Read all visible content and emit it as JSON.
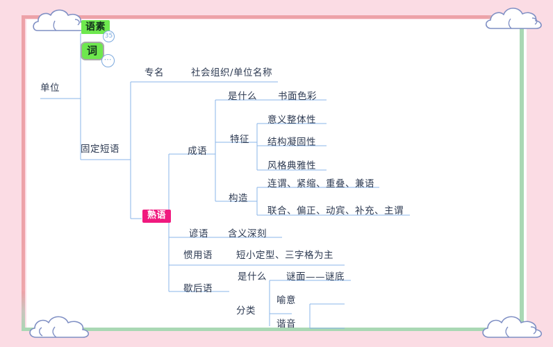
{
  "frame": {
    "background_color": "#fbdce4",
    "canvas_color": "#ffffff",
    "stripe_pink": "#eda2a8",
    "stripe_green": "#a9d8b4",
    "cloud_stroke": "#7f8fc4",
    "decorations": [
      {
        "name": "cloud-top-left"
      },
      {
        "name": "cloud-top-right"
      },
      {
        "name": "cloud-bottom-left"
      },
      {
        "name": "cloud-bottom-right"
      }
    ]
  },
  "mindmap": {
    "line_color": "#8ab4e8",
    "text_color": "#2d3a52",
    "badges": {
      "count": "35",
      "more": "⋯"
    },
    "nodes": {
      "root": "单位",
      "morpheme": "语素",
      "word": "词",
      "fixed_phrase": "固定短语",
      "proper_noun": "专名",
      "proper_noun_detail": "社会组织/单位名称",
      "idiom_group": "熟语",
      "chengyu": "成语",
      "chengyu_what": "是什么",
      "chengyu_what_detail": "书面色彩",
      "chengyu_feature": "特征",
      "chengyu_feature_1": "意义整体性",
      "chengyu_feature_2": "结构凝固性",
      "chengyu_feature_3": "风格典雅性",
      "chengyu_structure": "构造",
      "chengyu_structure_1": "连谓、紧缩、重叠、兼语",
      "chengyu_structure_2": "联合、偏正、动宾、补充、主谓",
      "yanyu": "谚语",
      "yanyu_detail": "含义深刻",
      "guanyongyu": "惯用语",
      "guanyongyu_detail": "短小定型、三字格为主",
      "xiehouyu": "歇后语",
      "xiehouyu_what": "是什么",
      "xiehouyu_what_detail": "谜面——谜底",
      "xiehouyu_class": "分类",
      "xiehouyu_class_1": "喻意",
      "xiehouyu_class_2": "谐音"
    }
  }
}
